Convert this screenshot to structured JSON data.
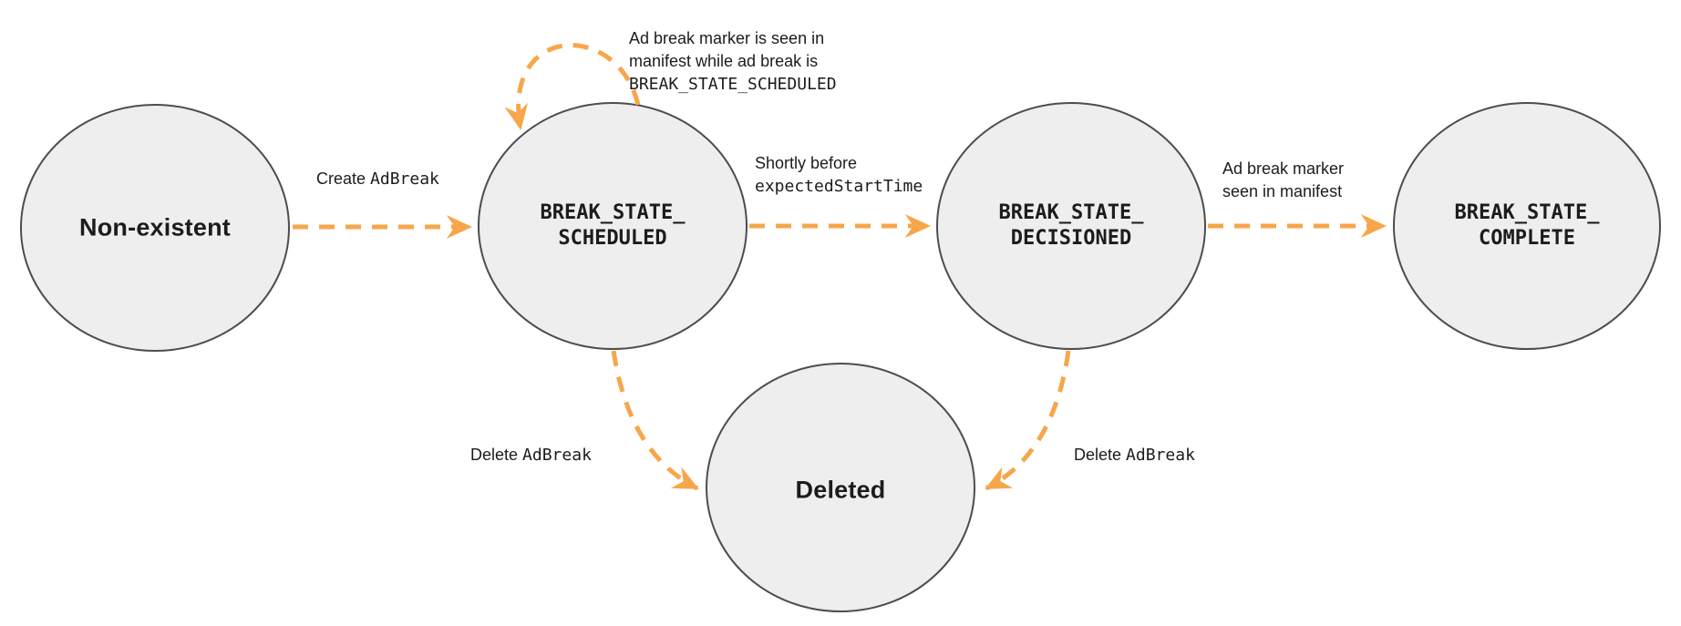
{
  "colors": {
    "accent_orange": "#F7A64B",
    "node_fill": "#EEEEEE",
    "node_stroke": "#4D4D4D",
    "text": "#1C1C1C",
    "background": "#FFFFFF"
  },
  "states": {
    "non_existent": {
      "label": "Non-existent"
    },
    "scheduled": {
      "line1": "BREAK_STATE_",
      "line2": "SCHEDULED"
    },
    "decisioned": {
      "line1": "BREAK_STATE_",
      "line2": "DECISIONED"
    },
    "complete": {
      "line1": "BREAK_STATE_",
      "line2": "COMPLETE"
    },
    "deleted": {
      "label": "Deleted"
    }
  },
  "transitions": {
    "create": {
      "text": "Create ",
      "code": "AdBreak"
    },
    "self_loop": {
      "line1": "Ad break marker is seen in",
      "line2": "manifest while ad break is",
      "code_line": "BREAK_STATE_SCHEDULED"
    },
    "to_decisioned": {
      "line1": "Shortly before",
      "code_line": "expectedStartTime"
    },
    "to_complete": {
      "line1": "Ad break marker",
      "line2": "seen in manifest"
    },
    "delete_from_scheduled": {
      "text": "Delete ",
      "code": "AdBreak"
    },
    "delete_from_decisioned": {
      "text": "Delete ",
      "code": "AdBreak"
    }
  }
}
